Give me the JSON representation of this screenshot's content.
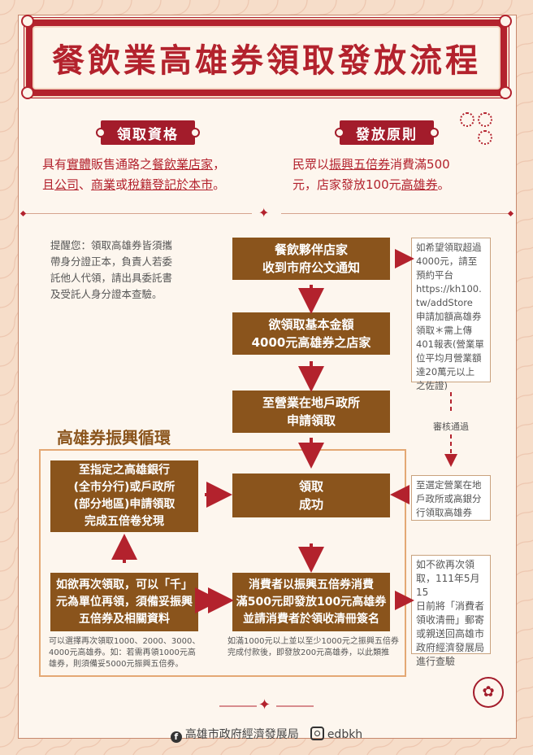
{
  "title": "餐飲業高雄券領取發放流程",
  "sections": {
    "eligibility_label": "領取資格",
    "principle_label": "發放原則"
  },
  "eligibility": {
    "line1_a": "具有",
    "line1_b": "實體",
    "line1_c": "販售通路之",
    "line1_d": "餐飲業店家",
    "line1_e": "，",
    "line2_a": "且",
    "line2_b": "公司",
    "line2_c": "、",
    "line2_d": "商業",
    "line2_e": "或",
    "line2_f": "稅籍登記於本市",
    "line2_g": "。"
  },
  "principle": {
    "line1_a": "民眾以",
    "line1_b": "振興五倍券",
    "line1_c": "消費滿500",
    "line2_a": "元，店家發放100元",
    "line2_b": "高雄券",
    "line2_c": "。"
  },
  "reminder": [
    "提醒您：領取高雄券皆須攜",
    "帶身分證正本，負責人若委",
    "託他人代領，請出具委託書",
    "及受託人身分證本查驗。"
  ],
  "flow": {
    "step1": [
      "餐飲夥伴店家",
      "收到市府公文通知"
    ],
    "step2": [
      "欲領取基本金額",
      "4000元高雄券之店家"
    ],
    "step3": [
      "至營業在地戶政所",
      "申請領取"
    ],
    "step4": [
      "領取",
      "成功"
    ],
    "step5": [
      "消費者以振興五倍券消費",
      "滿500元即發放100元高雄券",
      "並請消費者於領收清冊簽名"
    ],
    "left_top": [
      "至指定之高雄銀行",
      "(全市分行)或戶政所",
      "(部分地區)申請領取",
      "完成五倍卷兌現"
    ],
    "left_bottom": [
      "如欲再次領取，可以「千」",
      "元為單位再領，須備妥振興",
      "五倍券及相關資料"
    ]
  },
  "side_notes": {
    "top": [
      "如希望領取超過",
      "4000元，請至",
      "預約平台",
      "https://kh100.",
      "tw/addStore",
      "申請加額高雄券",
      "領取＊需上傳",
      "401報表(營業單",
      "位平均月營業額",
      "達20萬元以上",
      "之佐證)"
    ],
    "approval": "審核通過",
    "middle": [
      "至選定營業在地",
      "戶政所或高銀分",
      "行領取高雄券"
    ],
    "bottom": [
      "如不欲再次領",
      "取，111年5月15",
      "日前將「消費者",
      "領收清冊」郵寄",
      "或親送回高雄市",
      "政府經濟發展局",
      "進行查驗"
    ]
  },
  "cycle_title": "高雄券振興循環",
  "small_notes": {
    "left": [
      "可以選擇再次領取1000、2000、3000、",
      "4000元高雄券。如：若需再領1000元高",
      "雄券，則須備妥5000元振興五倍券。"
    ],
    "right": [
      "如滿1000元以上並以至少1000元之振興五倍券",
      "完成付款後，即發放200元高雄券，以此類推"
    ]
  },
  "footer": {
    "org": "高雄市政府經濟發展局",
    "ig": "edbkh"
  },
  "icons": [
    "facebook-icon",
    "instagram-icon",
    "flower-icon",
    "taiwan-emblem-icon"
  ],
  "colors": {
    "brand_red": "#b3222d",
    "box_brown": "#8a541c",
    "cycle_orange": "#e4a874"
  }
}
